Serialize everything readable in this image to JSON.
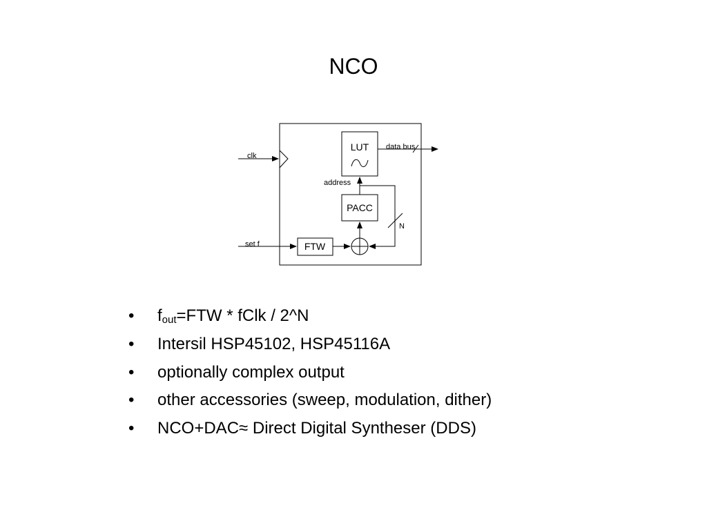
{
  "slide": {
    "title": "NCO"
  },
  "diagram": {
    "inputs": {
      "clk": "clk",
      "set_f": "set f"
    },
    "blocks": {
      "lut": "LUT",
      "pacc": "PACC",
      "ftw": "FTW"
    },
    "signals": {
      "data_bus": "data bus",
      "address": "address",
      "width": "N"
    }
  },
  "bullets": {
    "marker": "•",
    "items": [
      {
        "prefix": "f",
        "subscript": "out",
        "suffix": "=FTW * fClk / 2^N"
      },
      {
        "text": "Intersil HSP45102, HSP45116A"
      },
      {
        "text": "optionally complex output"
      },
      {
        "text": "other accessories (sweep, modulation, dither)"
      },
      {
        "text": "NCO+DAC≈ Direct Digital Syntheser (DDS)"
      }
    ]
  }
}
